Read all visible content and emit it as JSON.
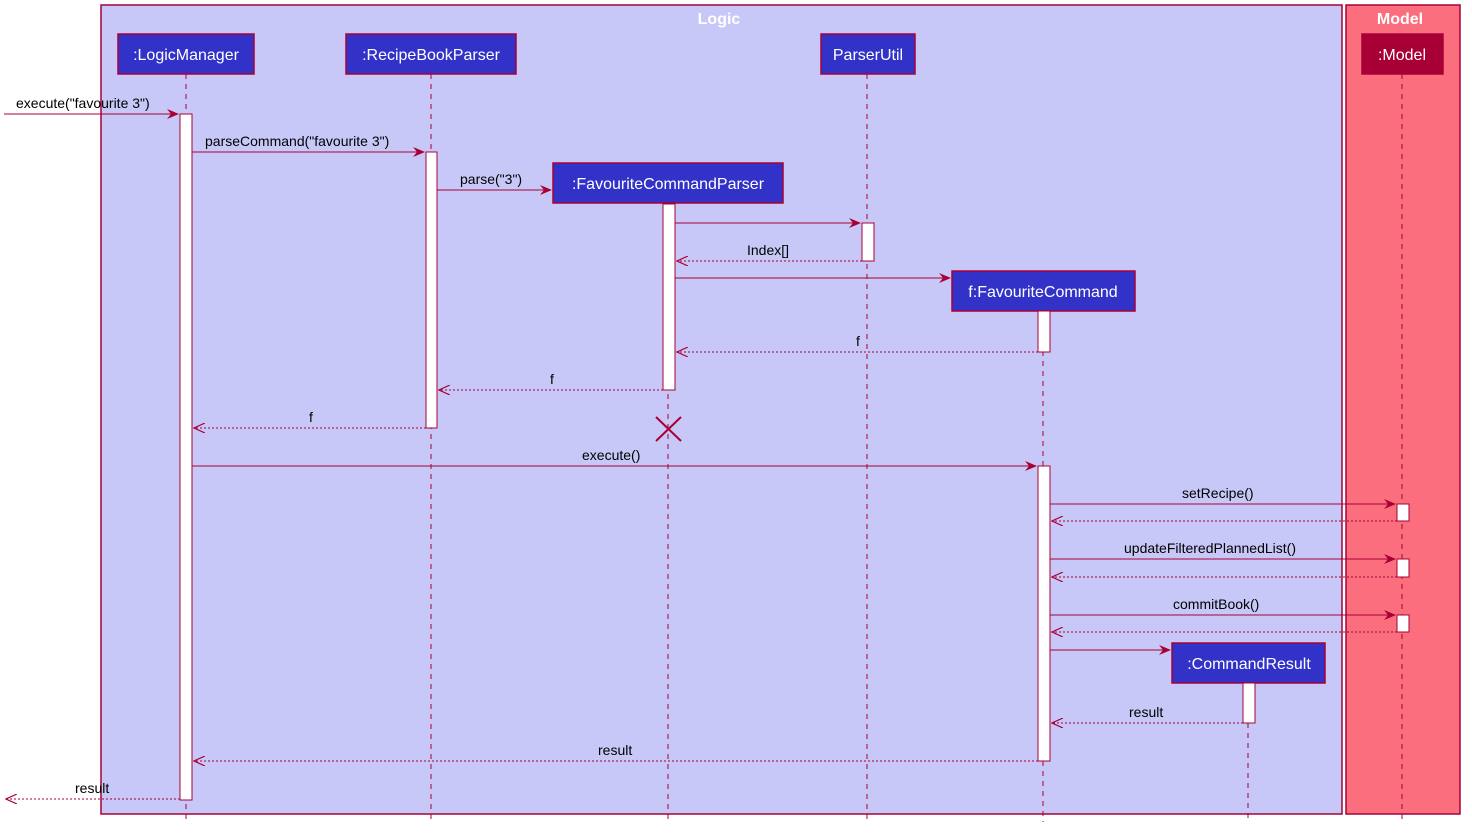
{
  "frames": {
    "logic": {
      "title": "Logic",
      "fill": "#c8c8f8",
      "stroke": "#a80036"
    },
    "model": {
      "title": "Model",
      "fill": "#fa6e7e",
      "stroke": "#a80036"
    }
  },
  "participants": {
    "logic_manager": ":LogicManager",
    "recipe_book_parser": ":RecipeBookParser",
    "parser_util": "ParserUtil",
    "favourite_command_parser": ":FavouriteCommandParser",
    "favourite_command": "f:FavouriteCommand",
    "command_result": ":CommandResult",
    "model": ":Model"
  },
  "messages": {
    "execute_input": "execute(\"favourite 3\")",
    "parse_command": "parseCommand(\"favourite 3\")",
    "parse": "parse(\"3\")",
    "index_return": "Index[]",
    "f_return_1": "f",
    "f_return_2": "f",
    "f_return_3": "f",
    "execute": "execute()",
    "set_recipe": "setRecipe()",
    "update_filtered": "updateFilteredPlannedList()",
    "commit_book": "commitBook()",
    "result_return_1": "result",
    "result_return_2": "result",
    "result_return_3": "result"
  },
  "colors": {
    "participant_fill": "#3232c8",
    "model_participant_fill": "#a80036",
    "line": "#a80036",
    "activation_fill": "#ffffff"
  }
}
